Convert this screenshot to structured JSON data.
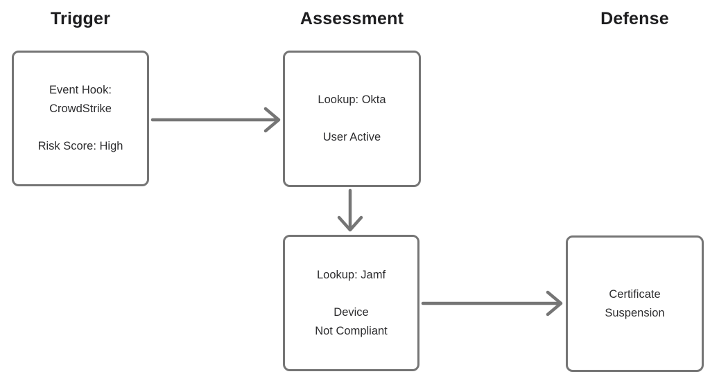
{
  "diagram": {
    "columns": [
      {
        "title": "Trigger"
      },
      {
        "title": "Assessment"
      },
      {
        "title": "Defense"
      }
    ],
    "nodes": [
      {
        "name": "trigger-node",
        "lines": [
          "Event Hook:",
          "CrowdStrike",
          "",
          "Risk Score: High"
        ]
      },
      {
        "name": "okta-node",
        "lines": [
          "Lookup: Okta",
          "",
          "User Active"
        ]
      },
      {
        "name": "jamf-node",
        "lines": [
          "Lookup: Jamf",
          "",
          "Device",
          "Not Compliant"
        ]
      },
      {
        "name": "defense-node",
        "lines": [
          "Certificate",
          "Suspension"
        ]
      }
    ],
    "connectors": [
      {
        "name": "arrow-right-icon",
        "from": "trigger-node",
        "to": "okta-node"
      },
      {
        "name": "arrow-down-icon",
        "from": "okta-node",
        "to": "jamf-node"
      },
      {
        "name": "arrow-right-icon",
        "from": "jamf-node",
        "to": "defense-node"
      }
    ],
    "colors": {
      "border": "#757575",
      "arrow": "#757575",
      "node_text": "#2c2c2e",
      "heading_text": "#1d1d1f",
      "background": "#ffffff"
    }
  }
}
